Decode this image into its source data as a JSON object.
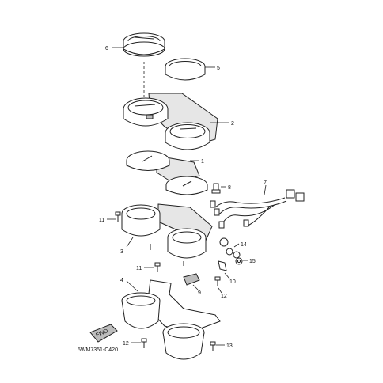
{
  "diagram": {
    "code": "5WM7351-C420",
    "fwd_label": "FWD",
    "callouts": [
      "1",
      "2",
      "3",
      "4",
      "5",
      "6",
      "7",
      "8",
      "9",
      "10",
      "11",
      "11",
      "12",
      "12",
      "13",
      "14",
      "15"
    ]
  }
}
